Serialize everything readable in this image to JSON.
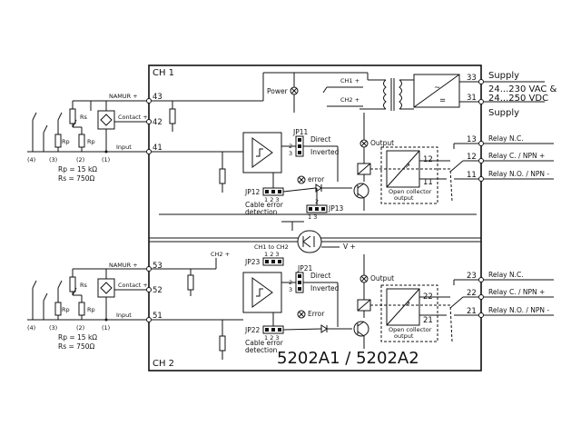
{
  "module": {
    "channel1_label": "CH 1",
    "channel2_label": "CH 2",
    "model": "5202A1 / 5202A2"
  },
  "supply": {
    "label_top": "Supply",
    "label_bottom": "Supply",
    "range_ac": "24...230 VAC &",
    "range_dc": "24...250 VDC",
    "terminal_a": "33",
    "terminal_b": "31",
    "tap1": "CH1 +",
    "tap2": "CH2 +",
    "power_label": "Power"
  },
  "inputs": {
    "namur": "NAMUR +",
    "contact": "Contact +",
    "input": "Input",
    "rs": "Rs",
    "rp": "Rp",
    "variants": [
      "(4)",
      "(3)",
      "(2)",
      "(1)"
    ],
    "rp_value": "Rp  =  15  kΩ",
    "rs_value": "Rs  =  750Ω"
  },
  "ch1": {
    "terminals": [
      "43",
      "42",
      "41"
    ],
    "jp11": "JP11",
    "direct": "Direct",
    "inverted": "Inverted",
    "output_led": "Output",
    "error_led": "error",
    "jp12": "JP12",
    "jp12_pins": "1 2 3",
    "cable_error": "Cable  error",
    "detection": "detection",
    "jp13": "JP13",
    "jp13_pins_top": "2",
    "jp13_pins_bottom": "1   3",
    "open_collector": "Open collector",
    "oc_output": "output",
    "oc_pin_a": "12",
    "oc_pin_b": "11",
    "relay_terminals": [
      "13",
      "12",
      "11"
    ],
    "relay_labels": [
      "Relay N.C.",
      "Relay C. / NPN +",
      "Relay N.O. / NPN -"
    ],
    "jp_pin2": "2",
    "jp_pin3": "3"
  },
  "link": {
    "ch2_plus": "CH2 +",
    "ch1_to_ch2": "CH1 to CH2",
    "vplus": "V +"
  },
  "ch2": {
    "terminals": [
      "53",
      "52",
      "51"
    ],
    "jp23": "JP23",
    "jp23_pins": "1 2 3",
    "jp21": "JP21",
    "direct": "Direct",
    "inverted": "Inverted",
    "output_led": "Output",
    "error_led": "Error",
    "jp22": "JP22",
    "jp22_pins": "1 2 3",
    "cable_error": "Cable  error",
    "detection": "detection",
    "open_collector": "Open collector",
    "oc_output": "output",
    "oc_pin_a": "22",
    "oc_pin_b": "21",
    "relay_terminals": [
      "23",
      "22",
      "21"
    ],
    "relay_labels": [
      "Relay N.C.",
      "Relay C. / NPN +",
      "Relay N.O. / NPN -"
    ],
    "jp_pin2": "2",
    "jp_pin3": "3"
  }
}
